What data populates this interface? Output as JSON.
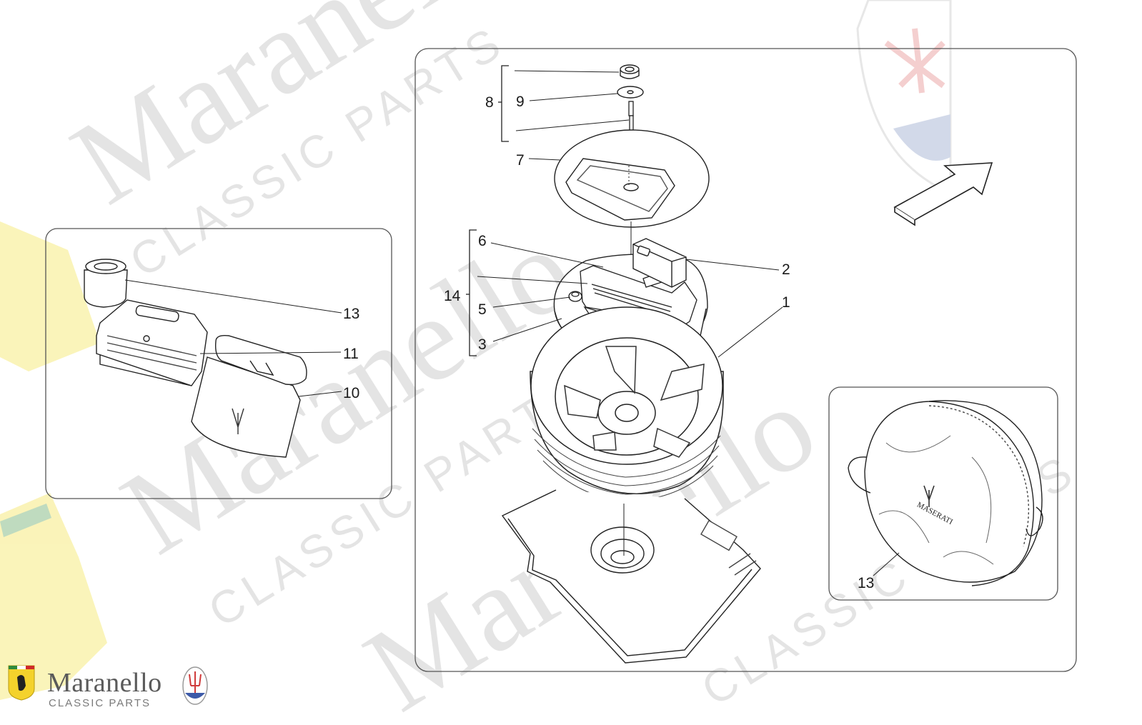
{
  "diagram": {
    "callouts": {
      "c1": "1",
      "c2": "2",
      "c3": "3",
      "c5": "5",
      "c6": "6",
      "c7": "7",
      "c8": "8",
      "c9": "9",
      "c10": "10",
      "c11": "11",
      "c13_left": "13",
      "c13_right": "13",
      "c14": "14"
    },
    "bag_logo_text": "MASERATI"
  },
  "branding": {
    "name": "Maranello",
    "subtitle": "CLASSIC PARTS",
    "watermark_word": "Maranello",
    "watermark_sub": "CLASSIC PARTS"
  }
}
